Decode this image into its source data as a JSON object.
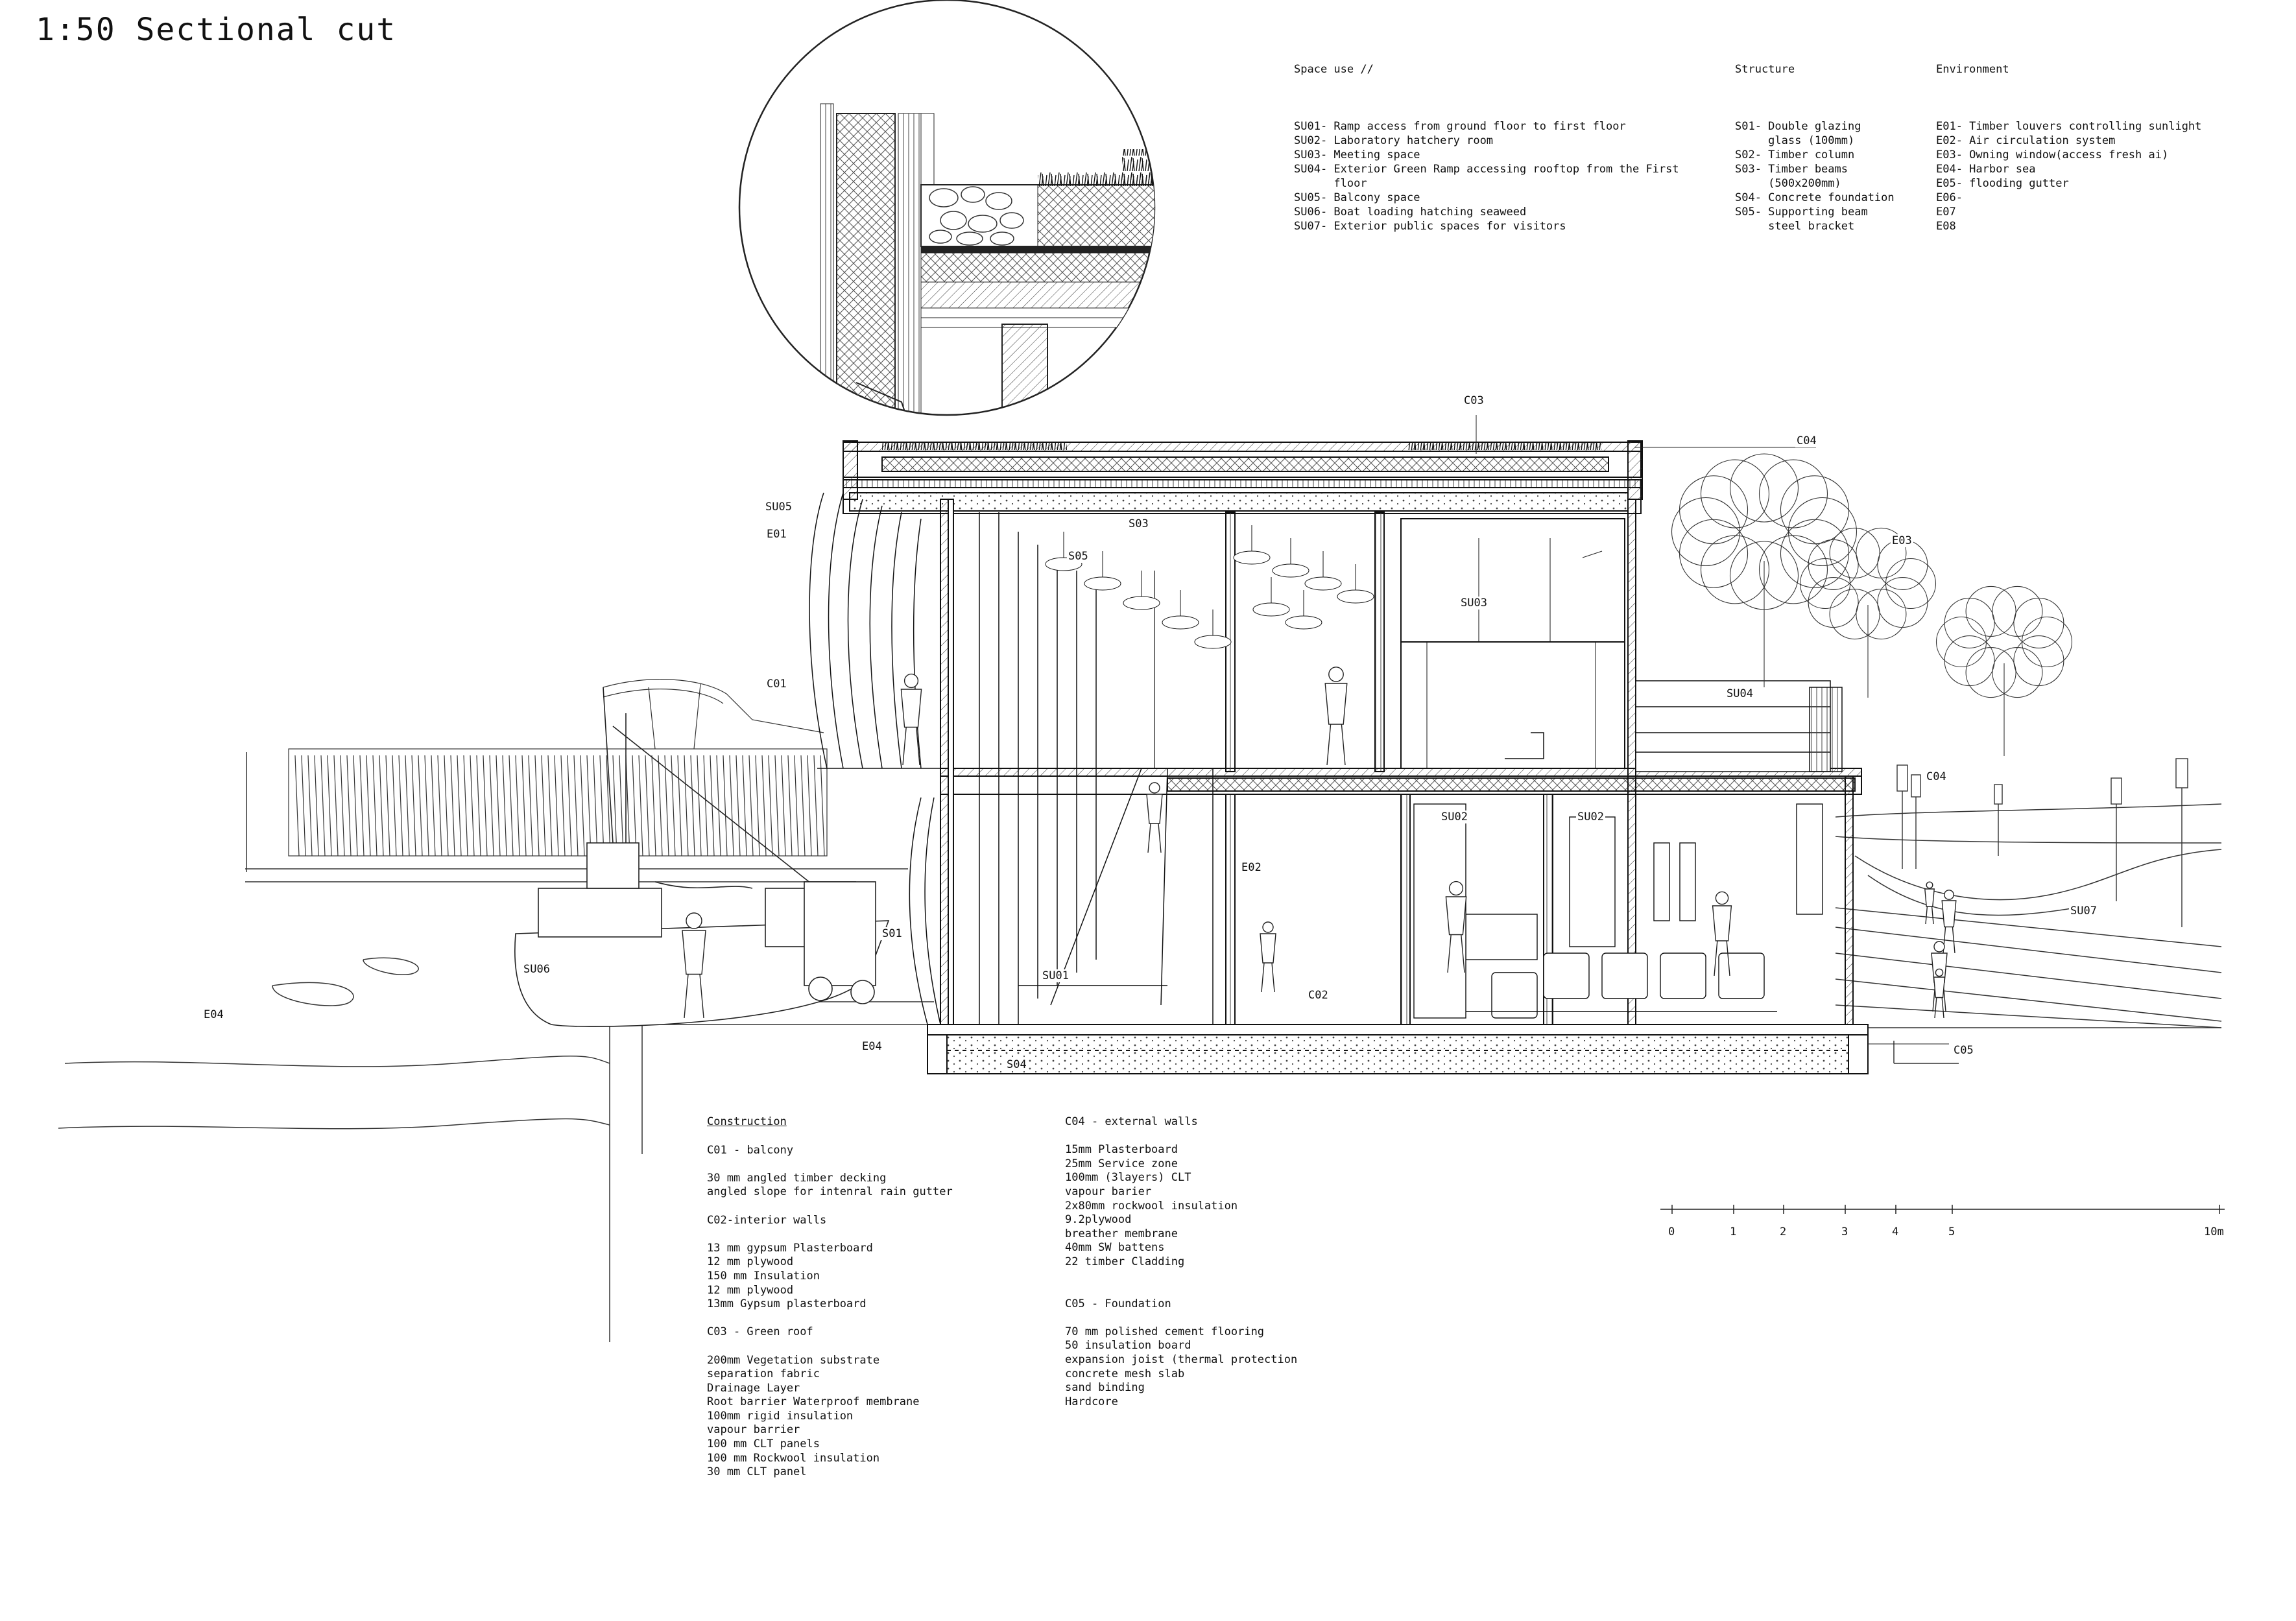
{
  "title": "1:50 Sectional cut",
  "space_use": {
    "heading": "Space use //",
    "items": [
      "SU01- Ramp access from ground floor to first floor",
      "SU02- Laboratory hatchery room",
      "SU03- Meeting space",
      "SU04- Exterior Green Ramp accessing rooftop from the First",
      "      floor",
      "SU05- Balcony space",
      "SU06- Boat loading hatching seaweed",
      "SU07- Exterior public spaces for visitors"
    ]
  },
  "structure": {
    "heading": "Structure",
    "items": [
      "S01- Double glazing",
      "     glass (100mm)",
      "S02- Timber column",
      "S03- Timber beams",
      "     (500x200mm)",
      "S04- Concrete foundation",
      "S05- Supporting beam",
      "     steel bracket"
    ]
  },
  "environment": {
    "heading": "Environment",
    "items": [
      "E01- Timber louvers controlling sunlight",
      "E02- Air circulation system",
      "E03- Owning window(access fresh ai)",
      "E04- Harbor sea",
      "E05- flooding gutter",
      "E06-",
      "E07",
      "E08"
    ]
  },
  "construction": {
    "heading": "Construction",
    "col1": [
      {
        "title": "C01 - balcony",
        "items": [
          "30 mm angled timber decking",
          "angled slope for intenral rain gutter"
        ]
      },
      {
        "title": "C02-interior walls",
        "items": [
          "13 mm gypsum Plasterboard",
          "12 mm plywood",
          "150 mm Insulation",
          "12 mm plywood",
          "13mm Gypsum plasterboard"
        ]
      },
      {
        "title": "C03 - Green roof",
        "items": [
          "200mm Vegetation substrate",
          "separation fabric",
          "Drainage Layer",
          "Root barrier Waterproof membrane",
          "100mm rigid insulation",
          "vapour barrier",
          "100 mm CLT panels",
          "100 mm Rockwool insulation",
          "30 mm CLT panel"
        ]
      }
    ],
    "col2": [
      {
        "title": "C04 - external walls",
        "items": [
          "15mm Plasterboard",
          "25mm Service zone",
          "100mm (3layers) CLT",
          "vapour barier",
          "2x80mm rockwool insulation",
          "9.2plywood",
          "breather membrane",
          "40mm SW battens",
          "22 timber Cladding"
        ]
      },
      {
        "title": "C05 - Foundation",
        "items": [
          "70 mm polished cement flooring",
          "50 insulation board",
          "expansion joist (thermal protection",
          "concrete mesh slab",
          "sand binding",
          "Hardcore"
        ]
      }
    ]
  },
  "drawing_labels": {
    "C03": "C03",
    "C04a": "C04",
    "C04b": "C04",
    "E03": "E03",
    "SU05": "SU05",
    "E01": "E01",
    "S03": "S03",
    "S05": "S05",
    "SU03": "SU03",
    "C01": "C01",
    "SU04": "SU04",
    "SU02a": "SU02",
    "SU02b": "SU02",
    "E02": "E02",
    "S01": "S01",
    "SU06": "SU06",
    "SU01": "SU01",
    "C02": "C02",
    "SU07": "SU07",
    "E04a": "E04",
    "E04b": "E04",
    "S04": "S04",
    "C05": "C05"
  },
  "scale_bar": {
    "ticks": [
      "0",
      "1",
      "2",
      "3",
      "4",
      "5",
      "10m"
    ]
  }
}
